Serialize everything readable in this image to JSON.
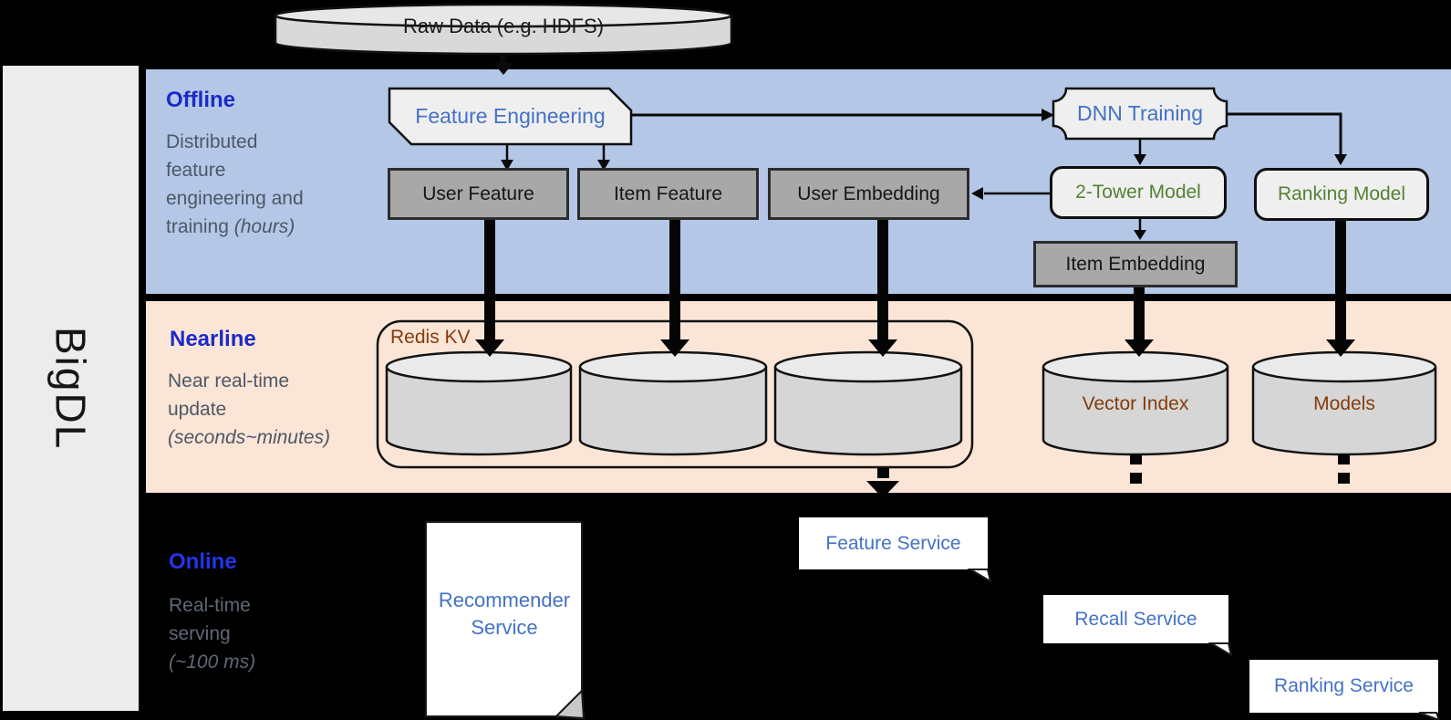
{
  "brand": "BigDL",
  "source": {
    "raw_data": "Raw Data (e.g. HDFS)"
  },
  "sections": {
    "offline": {
      "title": "Offline",
      "desc_lines": [
        [
          {
            "t": "Distributed"
          }
        ],
        [
          {
            "t": "feature"
          }
        ],
        [
          {
            "t": "engineering and"
          }
        ],
        [
          {
            "t": "training "
          },
          {
            "t": "(hours)",
            "i": true
          }
        ]
      ]
    },
    "nearline": {
      "title": "Nearline",
      "desc_lines": [
        [
          {
            "t": "Near real-time"
          }
        ],
        [
          {
            "t": "update"
          }
        ],
        [
          {
            "t": "(seconds~minutes)",
            "i": true
          }
        ]
      ]
    },
    "online": {
      "title": "Online",
      "desc_lines": [
        [
          {
            "t": "Real-time"
          }
        ],
        [
          {
            "t": "serving"
          }
        ],
        [
          {
            "t": "(~100 ms)",
            "i": true
          }
        ]
      ]
    }
  },
  "nodes": {
    "feature_engineering": "Feature Engineering",
    "dnn_training": "DNN Training",
    "user_feature": "User Feature",
    "item_feature": "Item Feature",
    "user_embedding": "User Embedding",
    "two_tower_model": "2-Tower Model",
    "ranking_model": "Ranking Model",
    "item_embedding": "Item Embedding",
    "redis_kv": "Redis KV",
    "vector_index": "Vector Index",
    "models": "Models",
    "recommender_service": "Recommender Service",
    "feature_service": "Feature Service",
    "recall_service": "Recall Service",
    "ranking_service": "Ranking Service"
  },
  "colors": {
    "offline_band": "#b4c7e7",
    "nearline_band": "#fbe5d6",
    "online_background": "#000000",
    "service_text_blue": "#4472c4",
    "model_text_green": "#548235",
    "storage_text_brown": "#843c0c",
    "section_title_blue": "#1c2ac8"
  }
}
